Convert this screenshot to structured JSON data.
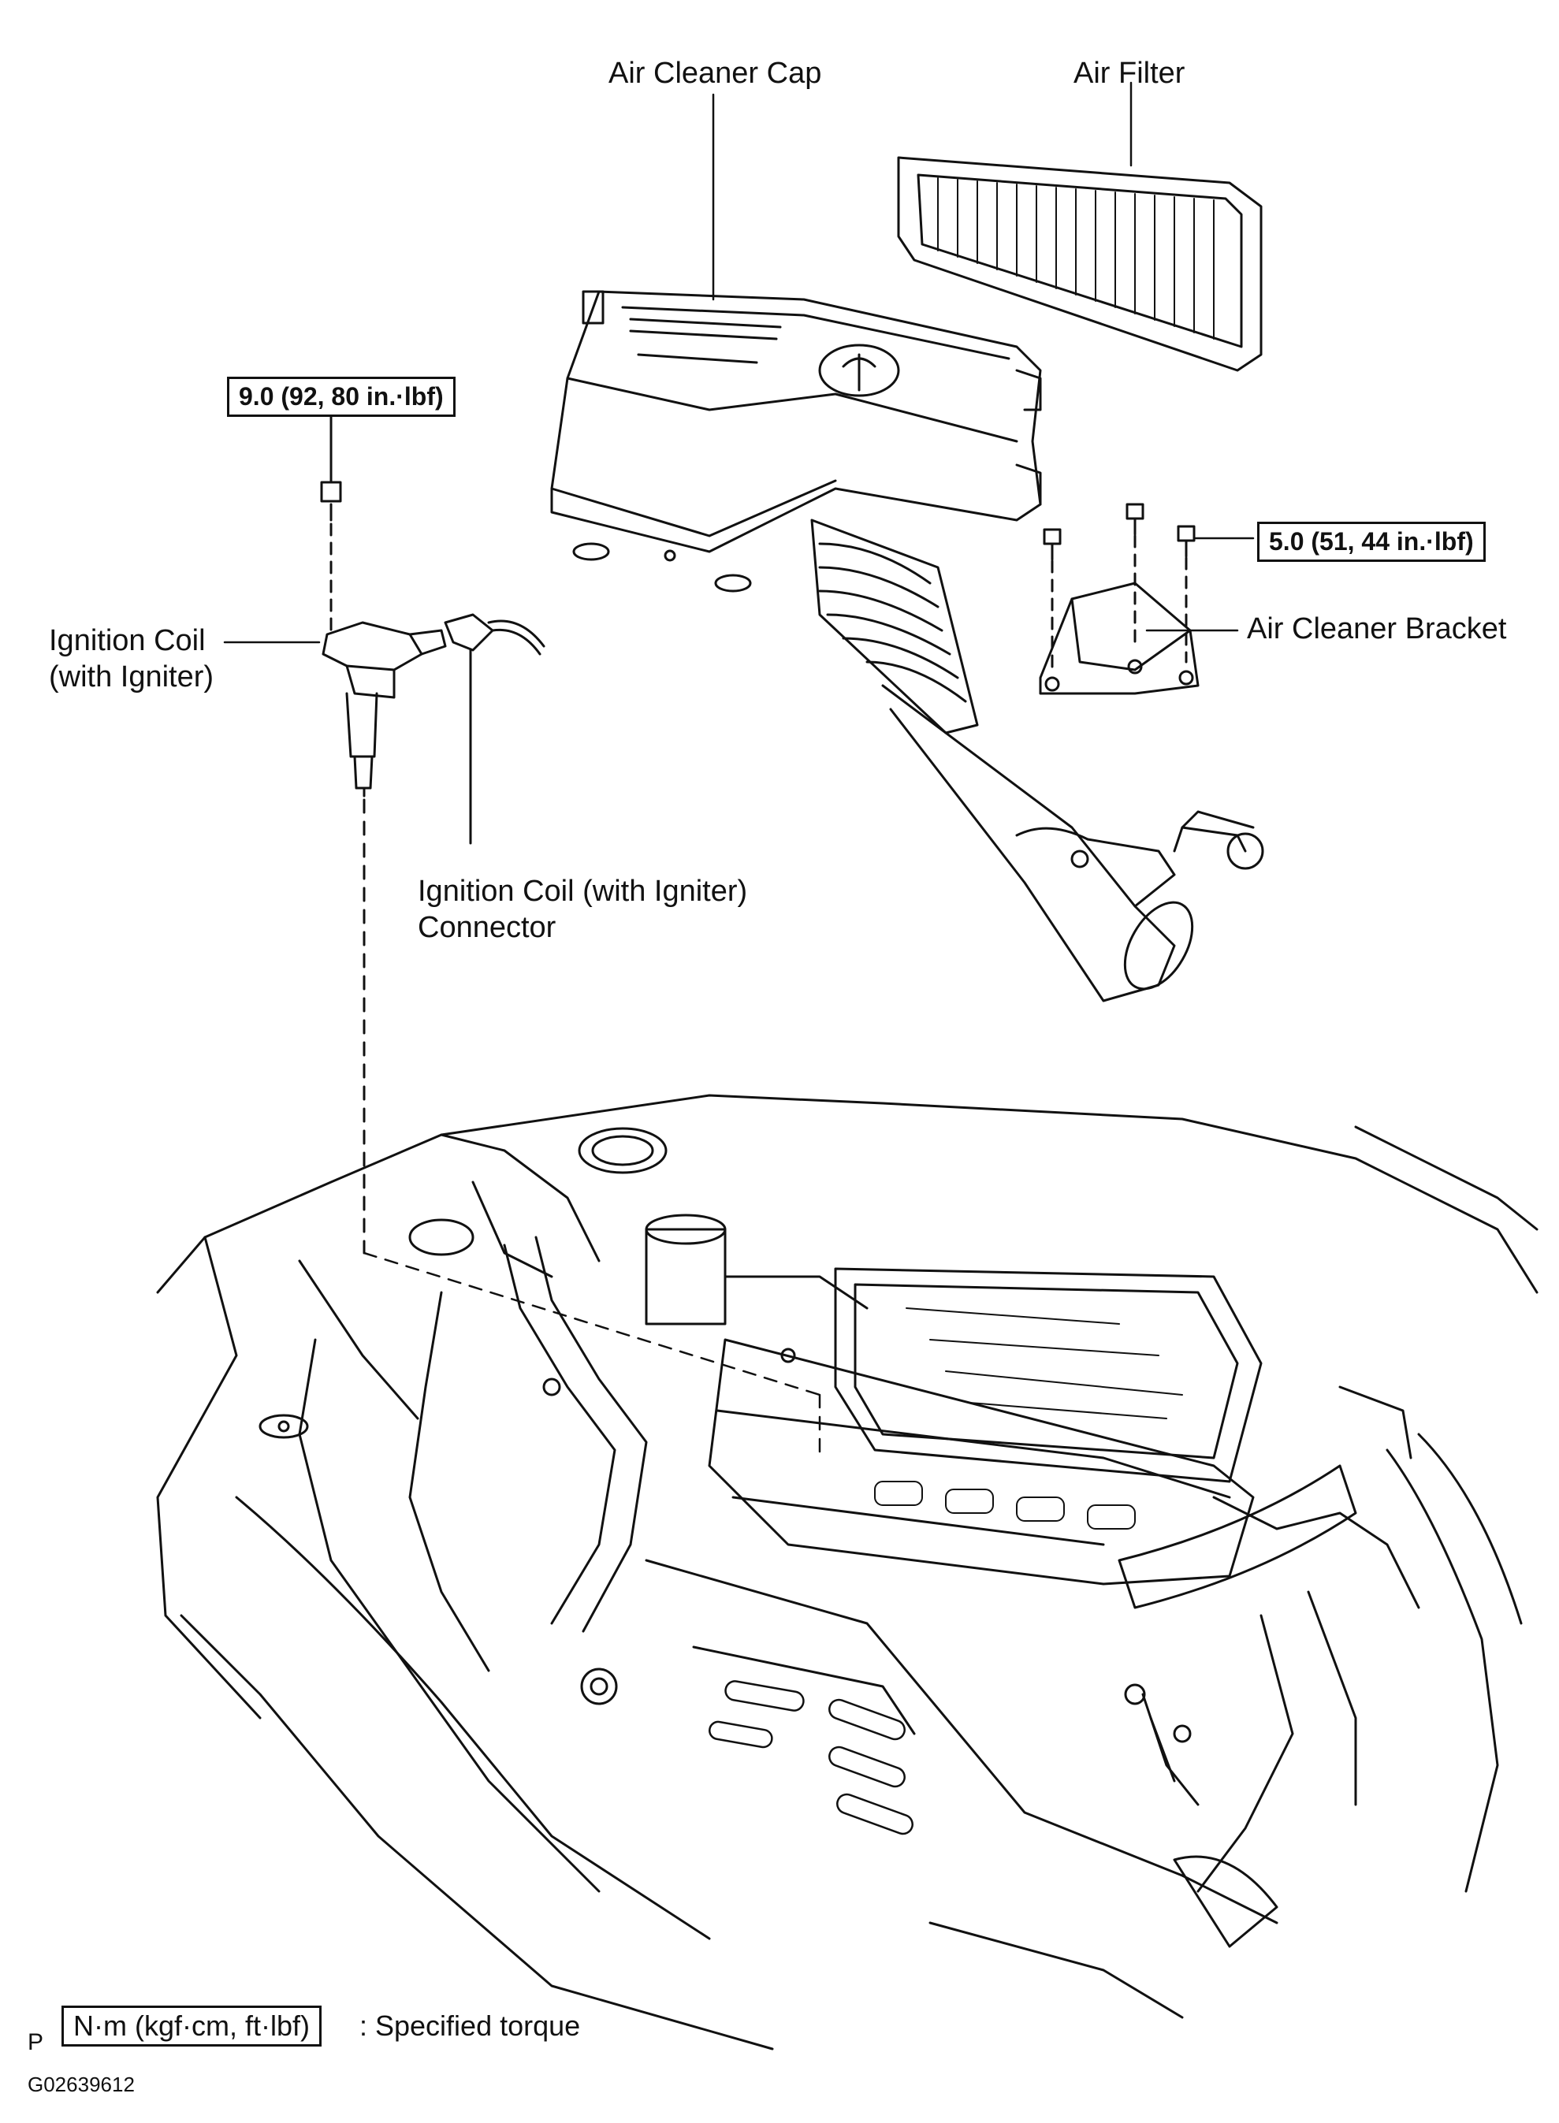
{
  "labels": {
    "air_cleaner_cap": "Air Cleaner Cap",
    "air_filter": "Air Filter",
    "ignition_coil_line1": "Ignition Coil",
    "ignition_coil_line2": "(with Igniter)",
    "coil_connector_line1": "Ignition Coil (with Igniter)",
    "coil_connector_line2": "Connector",
    "air_cleaner_bracket": "Air Cleaner Bracket"
  },
  "torque": {
    "coil_bolt": "9.0 (92, 80 in.·lbf)",
    "bracket_bolt": "5.0 (51, 44 in.·lbf)"
  },
  "legend": {
    "unit_box": "N·m (kgf·cm, ft·lbf)",
    "description": ": Specified torque",
    "marker": "P"
  },
  "figure_id": "G02639612"
}
